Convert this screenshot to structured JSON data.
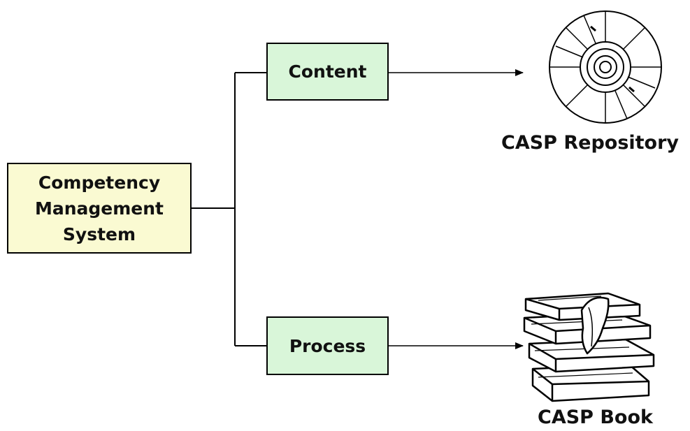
{
  "nodes": {
    "main": {
      "lines": [
        "Competency",
        "Management",
        "System"
      ],
      "fill": "#fafad2"
    },
    "content": {
      "label": "Content",
      "fill": "#d9f6d9"
    },
    "process": {
      "label": "Process",
      "fill": "#d9f6d9"
    }
  },
  "outputs": {
    "repository": {
      "label": "CASP Repository",
      "icon": "cd-disc-icon"
    },
    "book": {
      "label": "CASP Book",
      "icon": "stacked-books-icon"
    }
  }
}
